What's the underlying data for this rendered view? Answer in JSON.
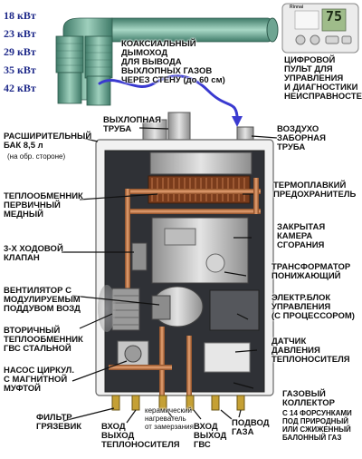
{
  "power_ratings": [
    "18 кВт",
    "23 кВт",
    "29 кВт",
    "35 кВт",
    "42 кВт"
  ],
  "panel": {
    "display": "75",
    "brand": "Rinnai"
  },
  "labels": {
    "coax": "КОАКСИАЛЬНЫЙ\nДЫМОХОД\nДЛЯ ВЫВОДА\nВЫХЛОПНЫХ ГАЗОВ\nЧЕРЕЗ СТЕНУ (до 60 см)",
    "remote": "ЦИФРОВОЙ\nПУЛЬТ  ДЛЯ\nУПРАВЛЕНИЯ\nИ ДИАГНОСТИКИ\nНЕИСПРАВНОСТЕЙ",
    "exhaust": "ВЫХЛОПНАЯ\nТРУБА",
    "intake": "ВОЗДУХО\nЗАБОРНАЯ\nТРУБА",
    "tank": "РАСШИРИТЕЛЬНЫЙ\nБАК  8,5 л",
    "tank_note": "(на обр. стороне)",
    "fuse": "ТЕРМОПЛАВКИЙ\nПРЕДОХРАНИТЕЛЬ",
    "primary_hx": "ТЕПЛООБМЕННИК\nПЕРВИЧНЫЙ\nМЕДНЫЙ",
    "chamber": "ЗАКРЫТАЯ\nКАМЕРА\nСГОРАНИЯ",
    "valve": "3-Х ХОДОВОЙ\nКЛАПАН",
    "transformer": "ТРАНСФОРМАТОР\nПОНИЖАЮЩИЙ",
    "fan": "ВЕНТИЛЯТОР С\nМОДУЛИРУЕМЫМ\nПОДДУВОМ ВОЗД",
    "control": "ЭЛЕКТР.БЛОК\nУПРАВЛЕНИЯ\n(С ПРОЦЕССОРОМ)",
    "secondary_hx": "ВТОРИЧНЫЙ\nТЕПЛООБМЕННИК\nГВС СТАЛЬНОЙ",
    "sensor": "ДАТЧИК\nДАВЛЕНИЯ\nТЕПЛОНОСИТЕЛЯ",
    "pump": "НАСОС ЦИРКУЛ.\nС МАГНИТНОЙ\nМУФТОЙ",
    "manifold": "ГАЗОВЫЙ\nКОЛЛЕКТОР",
    "manifold_note": "С 14 ФОРСУНКАМИ\nПОД ПРИРОДНЫЙ\nИЛИ СЖИЖЕННЫЙ\nБАЛОННЫЙ ГАЗ",
    "filter": "ФИЛЬТР\nГРЯЗЕВИК",
    "heating_in": "ВХОД\nВЫХОД\nТЕПЛОНОСИТЕЛЯ",
    "ceramic": "керамический\nнагреватель\nот замерзания",
    "dhw_in": "ВХОД\nВЫХОД\nГВС",
    "gas_in": "ПОДВОД\nГАЗА"
  }
}
